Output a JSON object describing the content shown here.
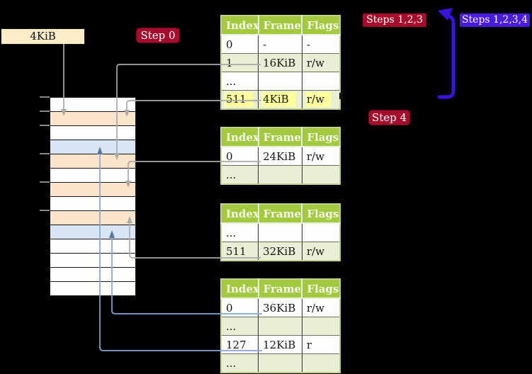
{
  "register_box": {
    "label": "4KiB"
  },
  "badges": {
    "step0": "Step 0",
    "steps_123": "Steps 1,2,3",
    "steps_1234": "Steps 1,2,3,4",
    "step4": "Step 4"
  },
  "colors": {
    "background": "#000000",
    "badge_red": "#a60c2c",
    "badge_blue": "#4a1ce0",
    "recursive_arrow_blue_violet": "#3c12de",
    "table_header_green": "#a2c940",
    "table_row_shade_green": "#e9efd5",
    "highlight_yellow": "#ffff9e",
    "memory_page_table_peach": "#fce4cb",
    "memory_mapped_page_blue": "#d8e5f5",
    "register_box_cream": "#faedc8",
    "connector_gray": "#a9a9a9",
    "connector_steel_blue": "#86a5d8"
  },
  "memory": {
    "rows": [
      {
        "kind": "empty"
      },
      {
        "kind": "page-table"
      },
      {
        "kind": "empty"
      },
      {
        "kind": "mapped-page"
      },
      {
        "kind": "page-table"
      },
      {
        "kind": "empty"
      },
      {
        "kind": "page-table"
      },
      {
        "kind": "empty"
      },
      {
        "kind": "page-table"
      },
      {
        "kind": "mapped-page"
      },
      {
        "kind": "empty"
      },
      {
        "kind": "empty"
      },
      {
        "kind": "empty"
      },
      {
        "kind": "empty"
      }
    ]
  },
  "tables": [
    {
      "headers": [
        "Index",
        "Frame",
        "Flags"
      ],
      "rows": [
        [
          "0",
          "-",
          "-"
        ],
        [
          "1",
          "16KiB",
          "r/w"
        ],
        [
          "...",
          "",
          ""
        ],
        [
          "511",
          "4KiB",
          "r/w"
        ]
      ],
      "highlight_row_index": 3
    },
    {
      "headers": [
        "Index",
        "Frame",
        "Flags"
      ],
      "rows": [
        [
          "0",
          "24KiB",
          "r/w"
        ],
        [
          "...",
          "",
          ""
        ]
      ]
    },
    {
      "headers": [
        "Index",
        "Frame",
        "Flags"
      ],
      "rows": [
        [
          "...",
          "",
          ""
        ],
        [
          "511",
          "32KiB",
          "r/w"
        ]
      ]
    },
    {
      "headers": [
        "Index",
        "Frame",
        "Flags"
      ],
      "rows": [
        [
          "0",
          "36KiB",
          "r/w"
        ],
        [
          "...",
          "",
          ""
        ],
        [
          "127",
          "12KiB",
          "r"
        ],
        [
          "...",
          "",
          ""
        ]
      ]
    }
  ],
  "links": [
    {
      "from": "register-box-4KiB",
      "to": "memory-row-2"
    },
    {
      "from": "table1-row-1",
      "to": "memory-row-5"
    },
    {
      "from": "table1-row-511",
      "to": "memory-row-2"
    },
    {
      "from": "table2-row-0",
      "to": "memory-row-7"
    },
    {
      "from": "table3-row-511",
      "to": "memory-row-9"
    },
    {
      "from": "table4-row-0",
      "to": "memory-row-10"
    },
    {
      "from": "table4-row-127",
      "to": "memory-row-4"
    },
    {
      "from": "table1-row-511-recursive-loop",
      "to": "table1"
    }
  ]
}
